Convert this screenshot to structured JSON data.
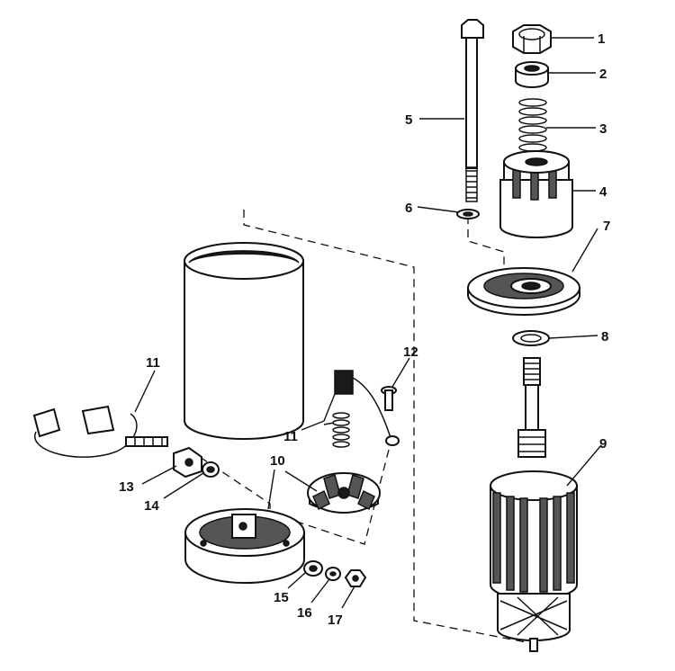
{
  "callouts": [
    "1",
    "2",
    "3",
    "4",
    "5",
    "6",
    "7",
    "8",
    "9",
    "10",
    "11",
    "11",
    "12",
    "13",
    "14",
    "15",
    "16",
    "17"
  ]
}
